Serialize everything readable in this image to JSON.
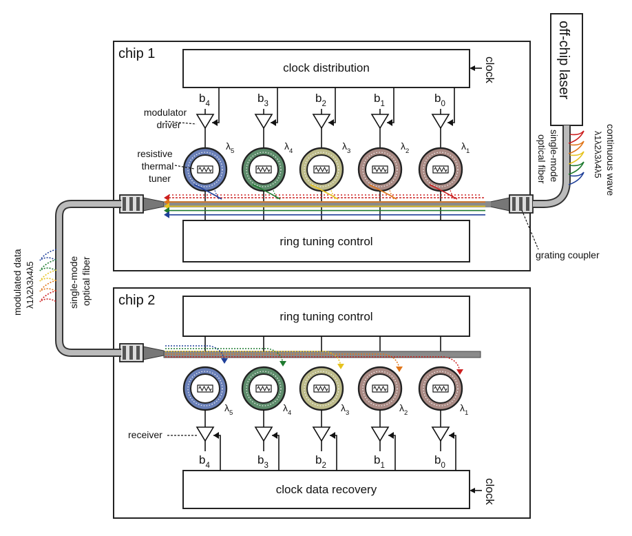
{
  "chip1": {
    "title": "chip 1",
    "clock_distribution": "clock distribution",
    "clock_label": "clock",
    "ring_tuning_control": "ring tuning control",
    "modulator_driver": [
      "modulator",
      "driver"
    ],
    "resistive_thermal_tuner": [
      "resistive",
      "thermal",
      "tuner"
    ],
    "grating_coupler": "grating coupler"
  },
  "chip2": {
    "title": "chip 2",
    "ring_tuning_control": "ring tuning control",
    "clock_data_recovery": "clock data recovery",
    "clock_label": "clock",
    "receiver": "receiver"
  },
  "off_chip_laser": "off-chip laser",
  "continuous_wave": {
    "title": "continuous wave",
    "lambdas": "λ1λ2λ3λ4λ5"
  },
  "single_mode_fiber_right": [
    "single-mode",
    "optical fiber"
  ],
  "modulated_data": {
    "title": "modulated data",
    "lambdas": "λ1λ2λ3λ4λ5"
  },
  "single_mode_fiber_left": [
    "single-mode",
    "optical fiber"
  ],
  "bits": [
    {
      "base": "b",
      "sub": "4"
    },
    {
      "base": "b",
      "sub": "3"
    },
    {
      "base": "b",
      "sub": "2"
    },
    {
      "base": "b",
      "sub": "1"
    },
    {
      "base": "b",
      "sub": "0"
    }
  ],
  "rings": [
    {
      "base": "λ",
      "sub": "5",
      "color": "#4a5f9a",
      "fill": "#6a80b8"
    },
    {
      "base": "λ",
      "sub": "4",
      "color": "#3f6e4f",
      "fill": "#5d8c6b"
    },
    {
      "base": "λ",
      "sub": "3",
      "color": "#9a9a6a",
      "fill": "#bdbb8a"
    },
    {
      "base": "λ",
      "sub": "2",
      "color": "#8a6760",
      "fill": "#a98a84"
    },
    {
      "base": "λ",
      "sub": "1",
      "color": "#8a6760",
      "fill": "#a98a84"
    }
  ],
  "wavelength_colors": [
    "#1f3f99",
    "#1e7a2e",
    "#e6c320",
    "#e0761a",
    "#cc1f1f"
  ]
}
